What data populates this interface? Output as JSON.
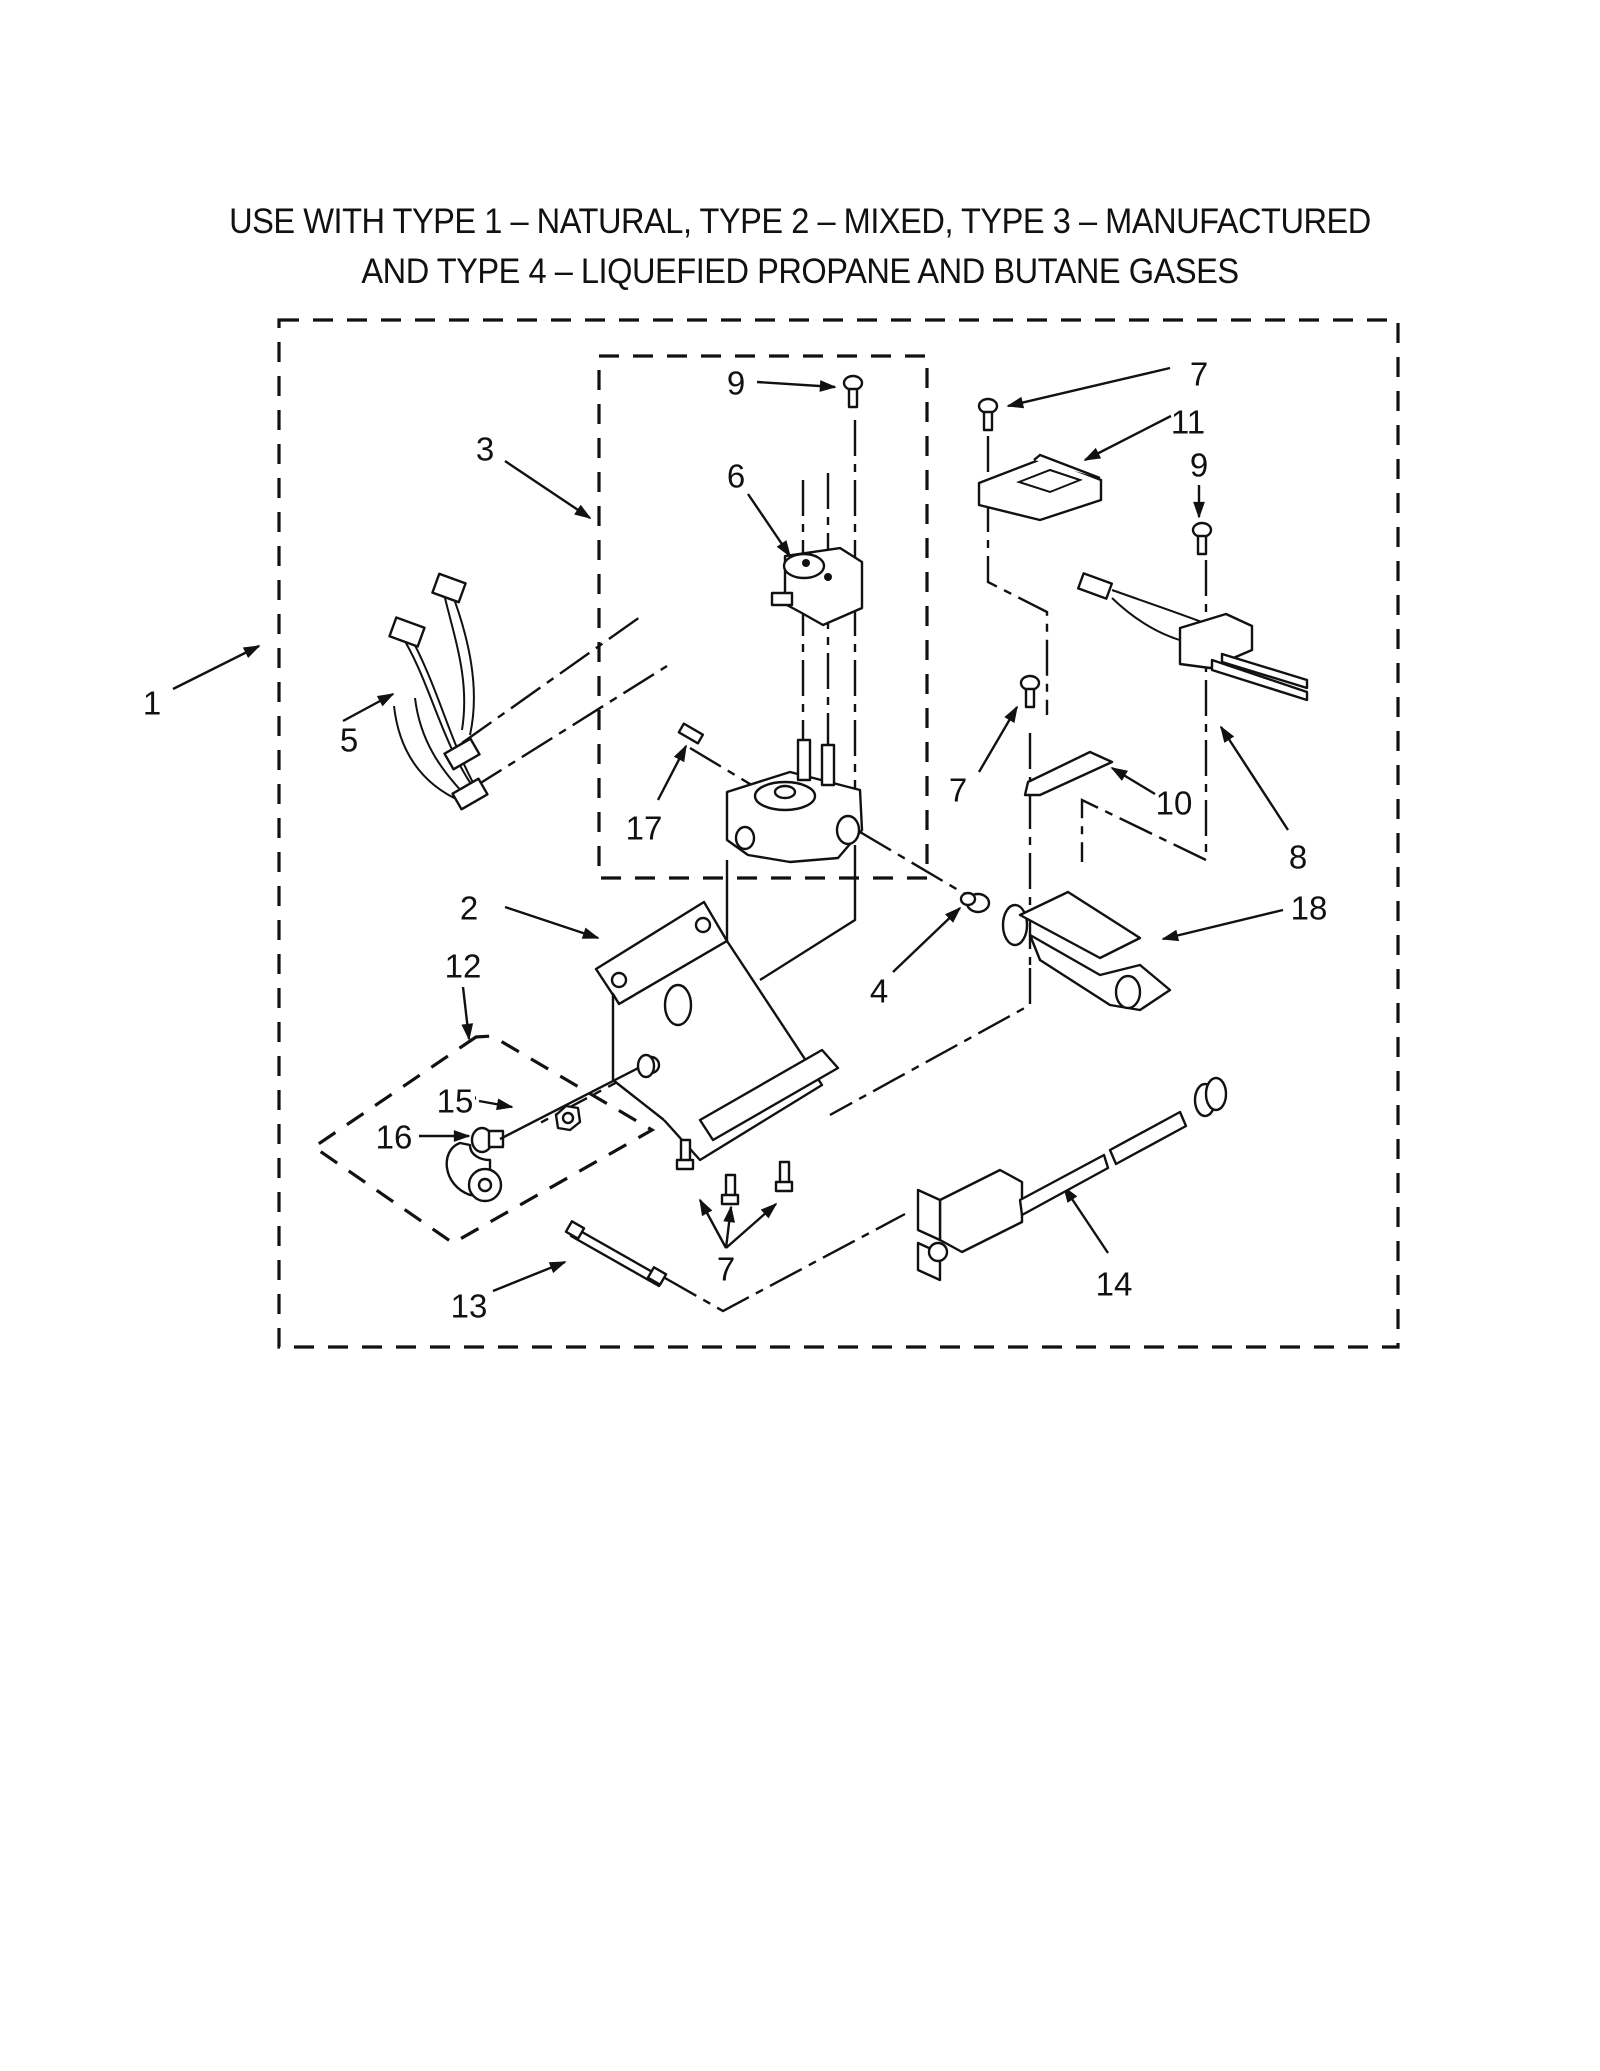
{
  "header": {
    "title_line_1": "USE WITH TYPE 1 – NATURAL, TYPE 2 – MIXED, TYPE 3 – MANUFACTURED",
    "title_line_2": "AND TYPE 4 – LIQUEFIED PROPANE AND BUTANE GASES"
  },
  "diagram": {
    "type": "exploded-parts-diagram",
    "subject": "gas burner assembly",
    "line_color": "#111111",
    "background": "#ffffff",
    "callouts": [
      {
        "id": "c1",
        "label": "1",
        "refers_to": "burner-assembly-outer-box"
      },
      {
        "id": "c2",
        "label": "2",
        "refers_to": "mounting-bracket"
      },
      {
        "id": "c3",
        "label": "3",
        "refers_to": "gas-valve-assembly-inner-box"
      },
      {
        "id": "c4",
        "label": "4",
        "refers_to": "orifice"
      },
      {
        "id": "c5",
        "label": "5",
        "refers_to": "wire-harness"
      },
      {
        "id": "c6",
        "label": "6",
        "refers_to": "valve-coil"
      },
      {
        "id": "c7a",
        "label": "7",
        "refers_to": "screw-top"
      },
      {
        "id": "c7b",
        "label": "7",
        "refers_to": "screw-middle"
      },
      {
        "id": "c7c",
        "label": "7",
        "refers_to": "screws-bracket-bottom"
      },
      {
        "id": "c8",
        "label": "8",
        "refers_to": "igniter"
      },
      {
        "id": "c9a",
        "label": "9",
        "refers_to": "coil-screw"
      },
      {
        "id": "c9b",
        "label": "9",
        "refers_to": "igniter-screw"
      },
      {
        "id": "c10",
        "label": "10",
        "refers_to": "igniter-bracket"
      },
      {
        "id": "c11",
        "label": "11",
        "refers_to": "flame-sensor"
      },
      {
        "id": "c12",
        "label": "12",
        "refers_to": "elbow-kit-box"
      },
      {
        "id": "c13",
        "label": "13",
        "refers_to": "nipple-pipe"
      },
      {
        "id": "c14",
        "label": "14",
        "refers_to": "burner-tube"
      },
      {
        "id": "c15",
        "label": "15",
        "refers_to": "nut"
      },
      {
        "id": "c16",
        "label": "16",
        "refers_to": "bushing"
      },
      {
        "id": "c17",
        "label": "17",
        "refers_to": "pressure-tap-plug"
      },
      {
        "id": "c18",
        "label": "18",
        "refers_to": "burner-funnel"
      }
    ]
  }
}
